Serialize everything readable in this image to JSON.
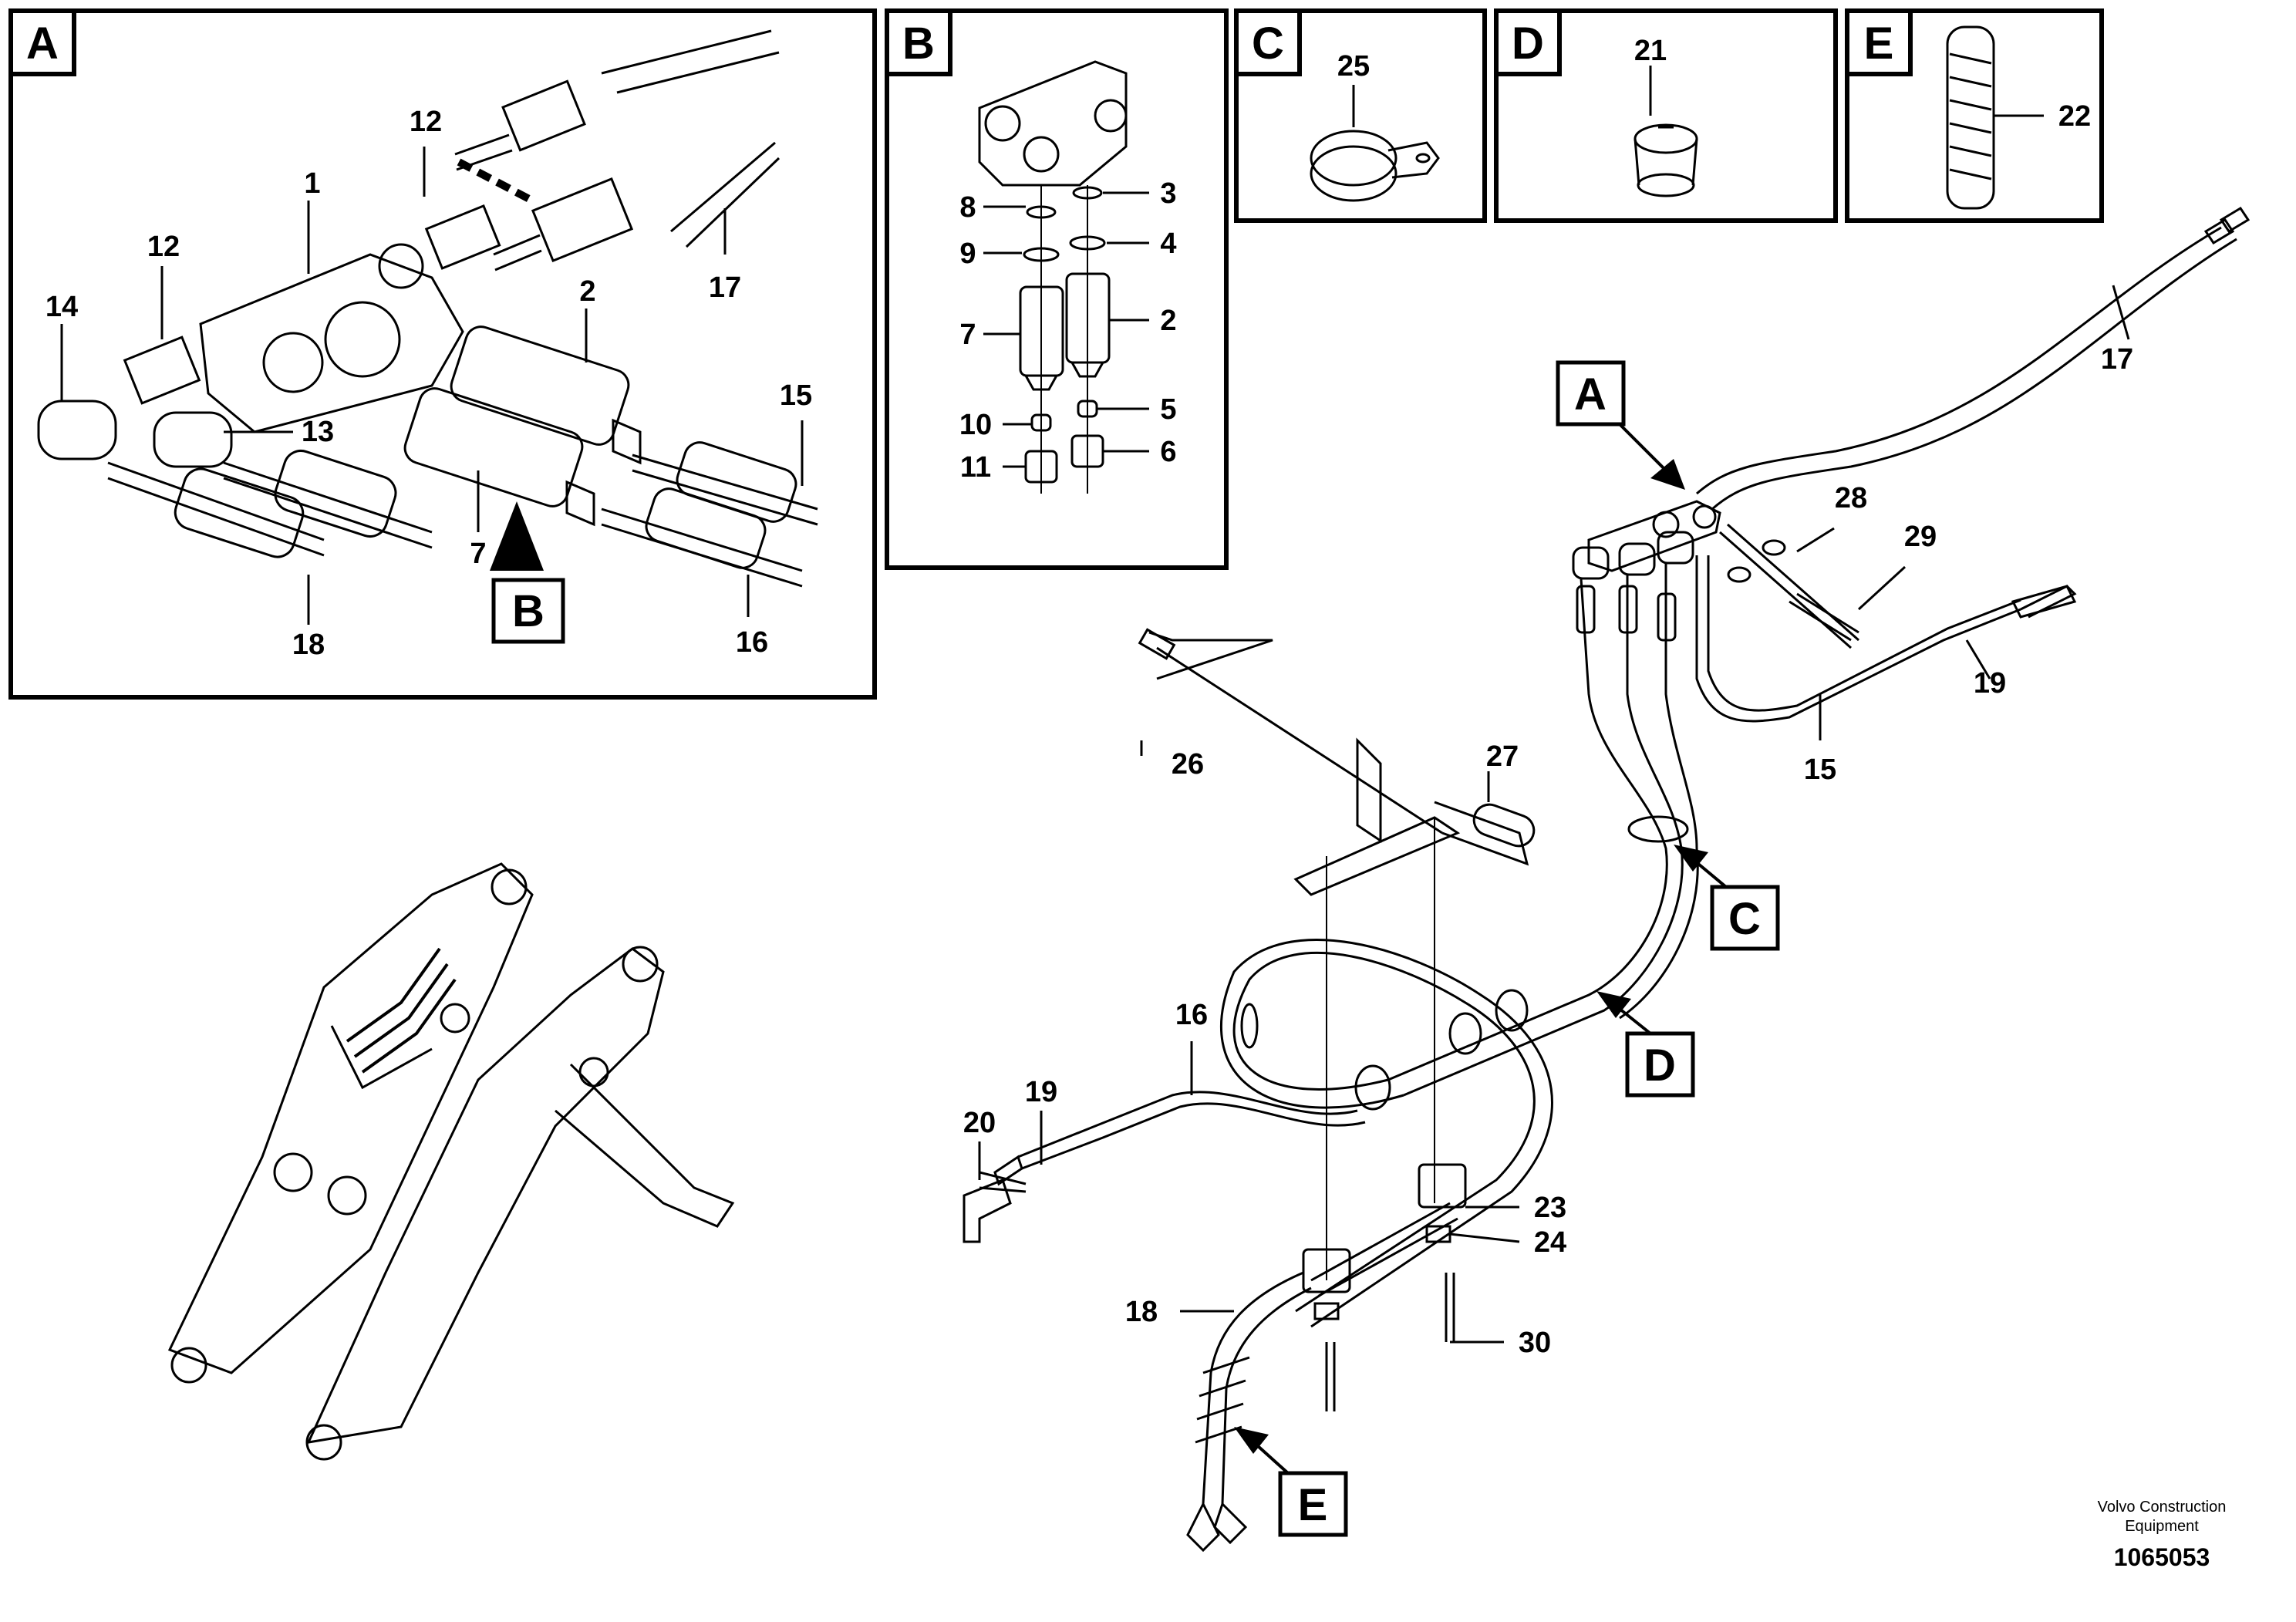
{
  "panels": [
    {
      "id": "A",
      "letter": "A"
    },
    {
      "id": "B",
      "letter": "B"
    },
    {
      "id": "C",
      "letter": "C",
      "parts": [
        "25"
      ]
    },
    {
      "id": "D",
      "letter": "D",
      "parts": [
        "21"
      ]
    },
    {
      "id": "E",
      "letter": "E",
      "parts": [
        "22"
      ]
    }
  ],
  "panel_a_callouts": [
    "1",
    "2",
    "7",
    "12",
    "12",
    "13",
    "14",
    "15",
    "16",
    "17",
    "18"
  ],
  "panel_a_view_label": "B",
  "panel_b_callouts": [
    "2",
    "3",
    "4",
    "5",
    "6",
    "7",
    "8",
    "9",
    "10",
    "11"
  ],
  "main_callouts": [
    "15",
    "16",
    "17",
    "18",
    "19",
    "19",
    "20",
    "23",
    "24",
    "26",
    "27",
    "28",
    "29",
    "30"
  ],
  "main_view_labels": [
    "A",
    "C",
    "D",
    "E"
  ],
  "footer": {
    "brand_line1": "Volvo Construction",
    "brand_line2": "Equipment",
    "doc_number": "1065053"
  }
}
